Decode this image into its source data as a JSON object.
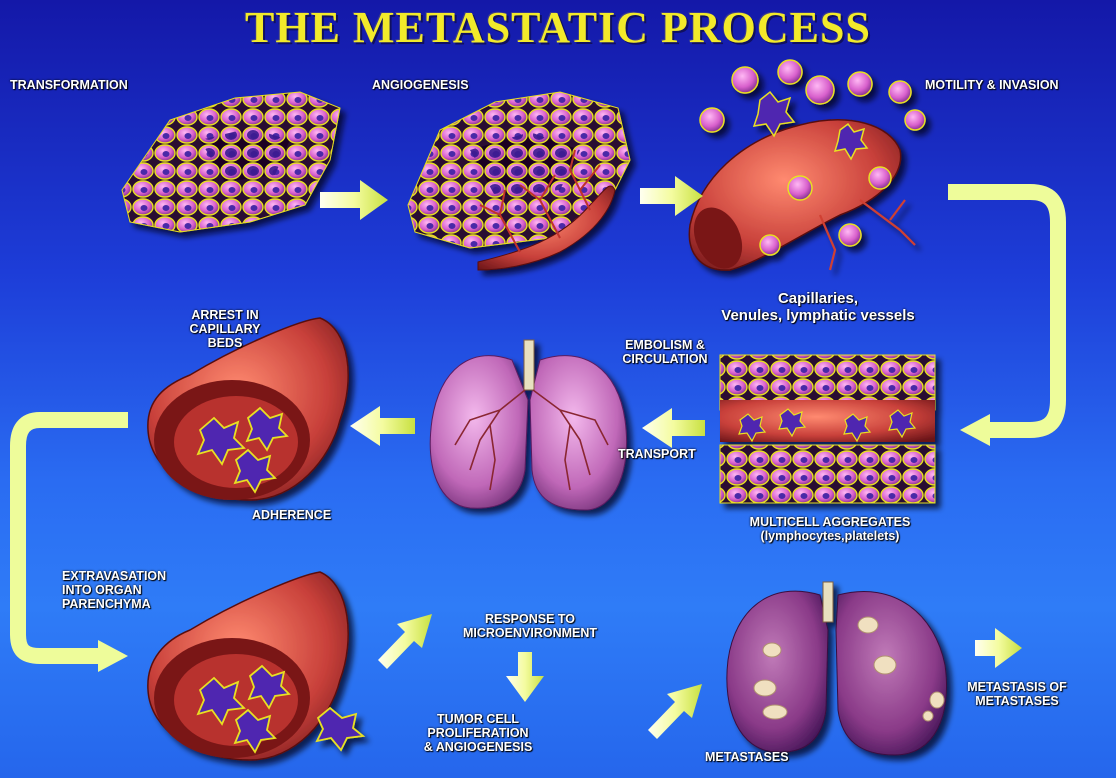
{
  "title": "THE METASTATIC PROCESS",
  "labels": {
    "transformation": "TRANSFORMATION",
    "angiogenesis": "ANGIOGENESIS",
    "motility_invasion": "MOTILITY & INVASION",
    "capillaries": [
      "Capillaries,",
      "Venules, lymphatic vessels"
    ],
    "embolism": [
      "EMBOLISM &",
      "CIRCULATION"
    ],
    "transport": "TRANSPORT",
    "multicell": "MULTICELL AGGREGATES",
    "multicell_sub": "(lymphocytes,platelets)",
    "arrest": [
      "ARREST IN",
      "CAPILLARY",
      "BEDS"
    ],
    "adherence": "ADHERENCE",
    "extravasation": [
      "EXTRAVASATION",
      "INTO ORGAN",
      "PARENCHYMA"
    ],
    "response": [
      "RESPONSE TO",
      "MICROENVIRONMENT"
    ],
    "proliferation": [
      "TUMOR CELL",
      "PROLIFERATION",
      "& ANGIOGENESIS"
    ],
    "metastases": "METASTASES",
    "metastasis_of": [
      "METASTASIS OF",
      "METASTASES"
    ]
  },
  "colors": {
    "title": "#f2ea2a",
    "arrow": "#f4fca0",
    "cell_fill": "#e07ad8",
    "cell_nucleus": "#4a2aa8",
    "cell_outline": "#e8e020",
    "vessel": "#c8403a",
    "lung": "#c060b8"
  }
}
